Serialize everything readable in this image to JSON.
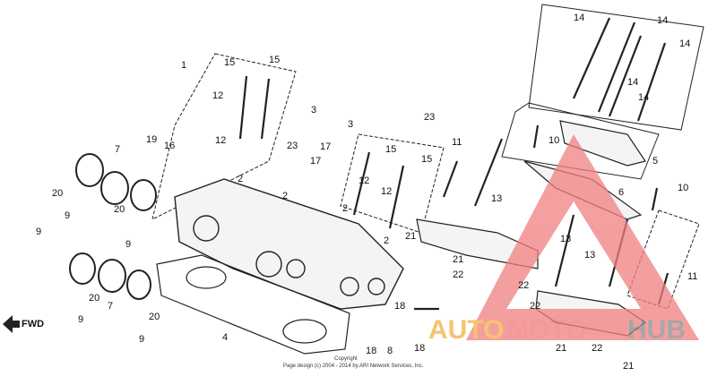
{
  "diagram": {
    "callouts": [
      "1",
      "15",
      "15",
      "12",
      "12",
      "3",
      "3",
      "17",
      "17",
      "23",
      "23",
      "15",
      "15",
      "12",
      "12",
      "11",
      "13",
      "14",
      "14",
      "14",
      "14",
      "14",
      "10",
      "5",
      "6",
      "10",
      "2",
      "2",
      "2",
      "2",
      "19",
      "16",
      "7",
      "20",
      "9",
      "20",
      "9",
      "9",
      "7",
      "20",
      "9",
      "20",
      "9",
      "4",
      "21",
      "22",
      "22",
      "13",
      "13",
      "11",
      "21",
      "22",
      "21",
      "22",
      "21",
      "18",
      "18",
      "18",
      "8"
    ],
    "forward_label": "FWD",
    "copyright_line1": "Copyright",
    "copyright_line2": "Page design (c) 2004 - 2014 by ARI Network Services, Inc."
  },
  "watermark": {
    "part1": "AUTO",
    "part2": "MOTO",
    "part3": "HUB",
    "colors": {
      "auto": "#f5b041",
      "moto": "#f07878",
      "hub": "#8a8a8a",
      "triangle": "#f08080"
    }
  }
}
